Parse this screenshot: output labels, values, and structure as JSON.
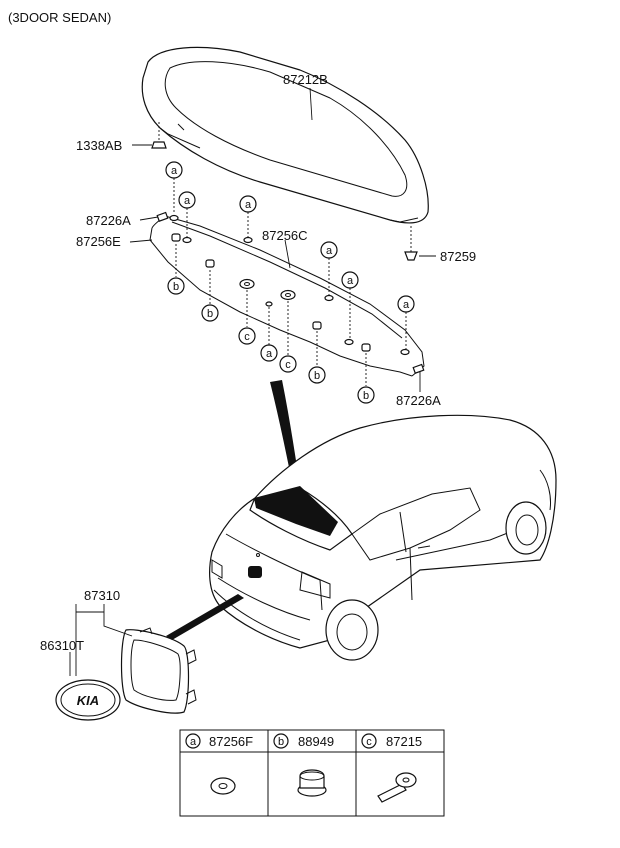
{
  "header": {
    "title": "(3DOOR SEDAN)"
  },
  "labels": {
    "spoiler": "87212B",
    "bolt_1338": "1338AB",
    "clip_a_left": "87226A",
    "seal_e": "87256E",
    "seal_c": "87256C",
    "nut": "87259",
    "clip_a_right": "87226A",
    "emblem_assy": "87310",
    "emblem_kia": "86310T"
  },
  "callouts": {
    "a": "a",
    "b": "b",
    "c": "c"
  },
  "legend": {
    "cells": [
      {
        "key": "a",
        "part": "87256F"
      },
      {
        "key": "b",
        "part": "88949"
      },
      {
        "key": "c",
        "part": "87215"
      }
    ]
  },
  "emblem_text": "KIA"
}
